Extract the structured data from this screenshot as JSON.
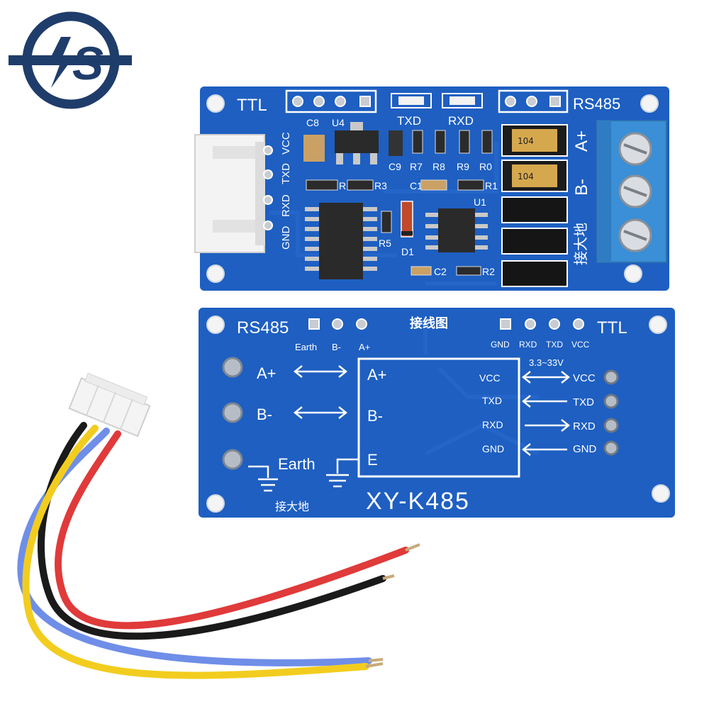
{
  "logo": {
    "text": "S",
    "color": "#1f3d6b"
  },
  "top_board": {
    "ttl": "TTL",
    "rs485": "RS485",
    "txd": "TXD",
    "rxd": "RXD",
    "connector_labels": [
      "VCC",
      "TXD",
      "RXD",
      "GND"
    ],
    "a_plus": "A+",
    "b_minus": "B-",
    "ground_cn": "接大地",
    "components": {
      "c8": "C8",
      "u4": "U4",
      "c9": "C9",
      "r7": "R7",
      "r8": "R8",
      "r9": "R9",
      "r0": "R0",
      "r3": "R3",
      "r4": "R",
      "c1": "C1",
      "r1": "R1",
      "u1": "U1",
      "r5": "R5",
      "d1": "D1",
      "c2": "C2",
      "r2": "R2",
      "cap104a": "104",
      "cap104b": "104"
    }
  },
  "bottom_board": {
    "rs485": "RS485",
    "ttl": "TTL",
    "wiring_diagram": "接线图",
    "top_left_pins": [
      "Earth",
      "B-",
      "A+"
    ],
    "top_right_pins": [
      "GND",
      "RXD",
      "TXD",
      "VCC"
    ],
    "a_plus": "A+",
    "b_minus": "B-",
    "earth": "Earth",
    "ground_cn": "接大地",
    "box_labels": [
      "A+",
      "B-",
      "E"
    ],
    "voltage": "3.3~33V",
    "chip_pins_left": [
      "VCC",
      "TXD",
      "RXD",
      "GND"
    ],
    "right_pins": [
      "VCC",
      "TXD",
      "RXD",
      "GND"
    ],
    "model": "XY-K485"
  },
  "colors": {
    "board_blue": "#1e5fc1",
    "terminal_blue": "#3a8fd6",
    "wire_red": "#e03a3a",
    "wire_black": "#1a1a1a",
    "wire_blue": "#6f8ee8",
    "wire_yellow": "#f2cd1f"
  }
}
